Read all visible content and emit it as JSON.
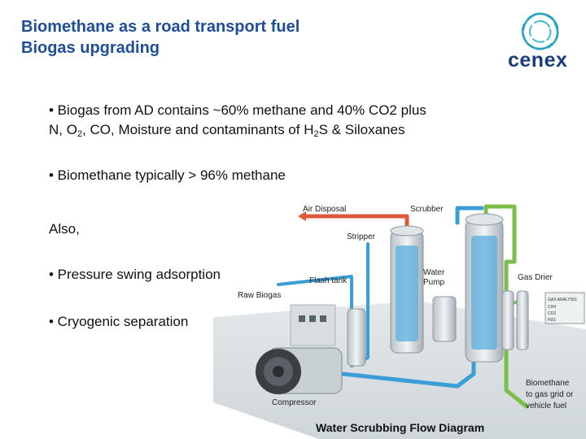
{
  "title_line1": "Biomethane as a road transport fuel",
  "title_line2": "Biogas upgrading",
  "logo_text": "cenex",
  "bullet1_line1": "• Biogas from AD contains ~60% methane and 40% CO2 plus",
  "bullet1_line2_a": "N, O",
  "bullet1_line2_sub1": "2",
  "bullet1_line2_b": ", CO, Moisture and contaminants of H",
  "bullet1_line2_sub2": "2",
  "bullet1_line2_c": "S & Siloxanes",
  "bullet2": "• Biomethane typically > 96% methane",
  "also": "Also,",
  "bullet3": "• Pressure swing adsorption",
  "bullet4": "• Cryogenic separation",
  "diagram": {
    "air_disposal": "Air Disposal",
    "scrubber": "Scrubber",
    "stripper": "Stripper",
    "flash_tank": "Flash tank",
    "water_pump_1": "Water",
    "water_pump_2": "Pump",
    "gas_drier": "Gas Drier",
    "raw_biogas": "Raw Biogas",
    "gas_analysis": "GAS ANALYSIS",
    "ch4": "CH4",
    "co2": "CO2",
    "h2s": "H2S",
    "biomethane_1": "Biomethane",
    "biomethane_2": "to gas grid or",
    "biomethane_3": "vehicle fuel",
    "compressor": "Compressor",
    "flow_title": "Water Scrubbing Flow Diagram"
  },
  "colors": {
    "title": "#1f4e99",
    "logo_navy": "#1a3d7c",
    "logo_teal": "#27a3c4",
    "pipe_red": "#e0583a",
    "pipe_blue": "#3a9fd6",
    "pipe_green": "#7bbf4a"
  }
}
